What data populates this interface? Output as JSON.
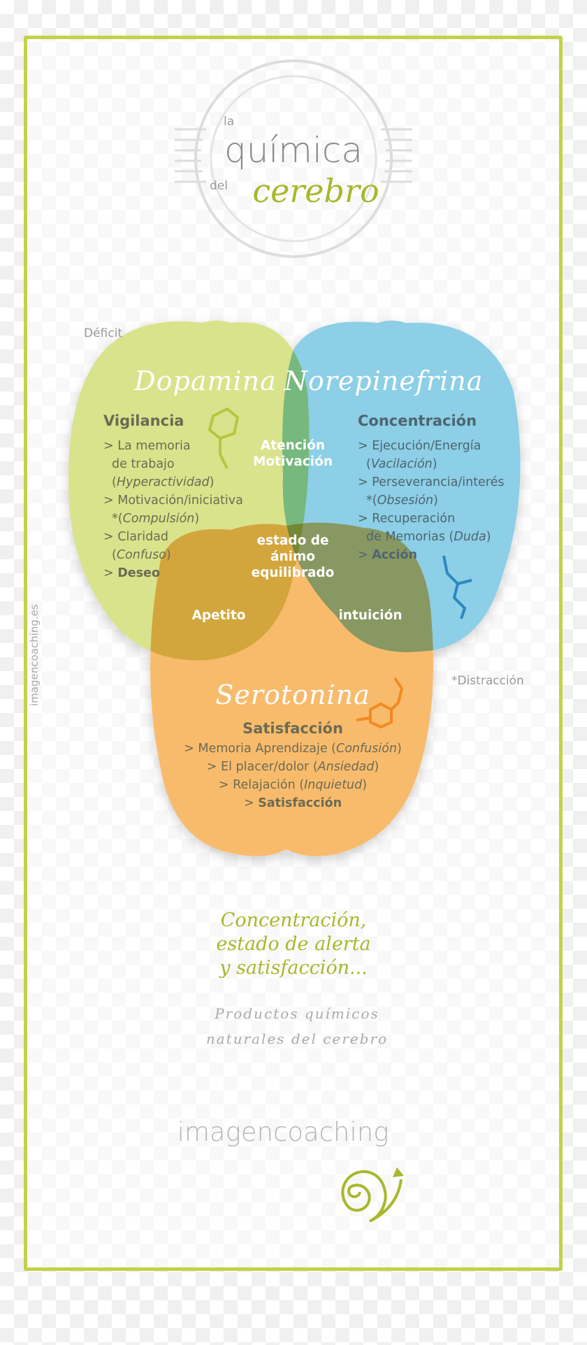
{
  "logo": {
    "la": "la",
    "quimica": "química",
    "del": "del",
    "cerebro": "cerebro"
  },
  "labels": {
    "deficit": "Déficit",
    "distraccion": "*Distracción",
    "watermark": "imagencoaching.es"
  },
  "dopamina": {
    "title": "Dopamina",
    "heading": "Vigilancia",
    "items": [
      {
        "text": "La memoria",
        "cont": "de trabajo",
        "italic": "Hyperactividad",
        "prefix": "("
      },
      {
        "text": "Motivación/iniciativa",
        "italic": "Compulsión",
        "prefix": "*("
      },
      {
        "text": "Claridad",
        "italic": "Confuso",
        "prefix": "("
      }
    ],
    "final": "Deseo"
  },
  "norepinefrina": {
    "title": "Norepinefrina",
    "heading": "Concentración",
    "items": [
      {
        "text": "Ejecución/Energía",
        "italic": "Vacilación",
        "prefix": "("
      },
      {
        "text": "Perseverancia/interés",
        "italic": "Obsesión",
        "prefix": "*("
      },
      {
        "text": "Recuperación",
        "cont": "de Memorias",
        "italic": "Duda"
      }
    ],
    "final": "Acción"
  },
  "serotonina": {
    "title": "Serotonina",
    "heading": "Satisfacción",
    "items": [
      {
        "text": "Memoria Aprendizaje",
        "italic": "Confusión"
      },
      {
        "text": "El placer/dolor",
        "italic": "Ansiedad"
      },
      {
        "text": "Relajación",
        "italic": "Inquietud"
      }
    ],
    "final": "Satisfacción"
  },
  "overlaps": {
    "dop_nor": [
      "Atención",
      "Motivación"
    ],
    "center": [
      "estado de",
      "ánimo",
      "equilibrado"
    ],
    "dop_ser": "Apetito",
    "nor_ser": "intuición"
  },
  "tagline": [
    "Concentración,",
    "estado de alerta",
    "y satisfacción..."
  ],
  "subtitle": [
    "Productos químicos",
    "naturales del cerebro"
  ],
  "brand": "imagencoaching",
  "colors": {
    "frame": "#c3d14a",
    "dopamina": "#d9e38c",
    "norepinefrina": "#8ccfe6",
    "serotonina": "#f8bb6c",
    "accent": "#a8b82a"
  }
}
